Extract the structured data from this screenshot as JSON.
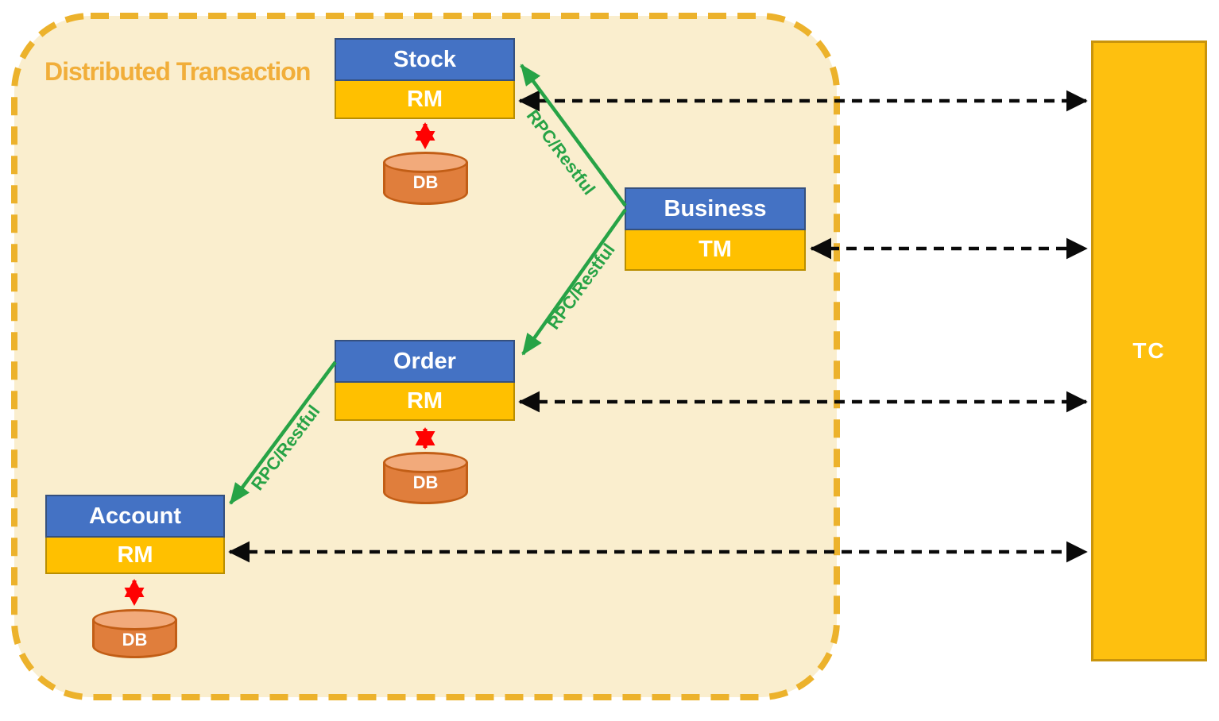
{
  "diagram": {
    "title": "Distributed Transaction",
    "services": [
      {
        "name": "Stock",
        "role": "RM",
        "db": "DB"
      },
      {
        "name": "Business",
        "role": "TM"
      },
      {
        "name": "Order",
        "role": "RM",
        "db": "DB"
      },
      {
        "name": "Account",
        "role": "RM",
        "db": "DB"
      }
    ],
    "coordinator": {
      "label": "TC"
    },
    "rpc_edges": [
      {
        "from": "Business",
        "to": "Stock",
        "label": "RPC/Restful"
      },
      {
        "from": "Business",
        "to": "Order",
        "label": "RPC/Restful"
      },
      {
        "from": "Order",
        "to": "Account",
        "label": "RPC/Restful"
      }
    ],
    "tc_links": [
      {
        "from": "Stock RM",
        "to": "TC"
      },
      {
        "from": "Business TM",
        "to": "TC"
      },
      {
        "from": "Order RM",
        "to": "TC"
      },
      {
        "from": "Account RM",
        "to": "TC"
      }
    ],
    "colors": {
      "boundary_dash": "#ECB22C",
      "boundary_fill": "#FAEECE",
      "title_text": "#F1AE3A",
      "service_header": "#4472C4",
      "service_role": "#FFC000",
      "coordinator_fill": "#FEC00F",
      "db_body": "#E07E3C",
      "db_top": "#F2AA7B",
      "rpc_arrow": "#27A346",
      "db_link_arrow": "#FF0101",
      "tc_link_arrow": "#0A0A0A"
    }
  }
}
